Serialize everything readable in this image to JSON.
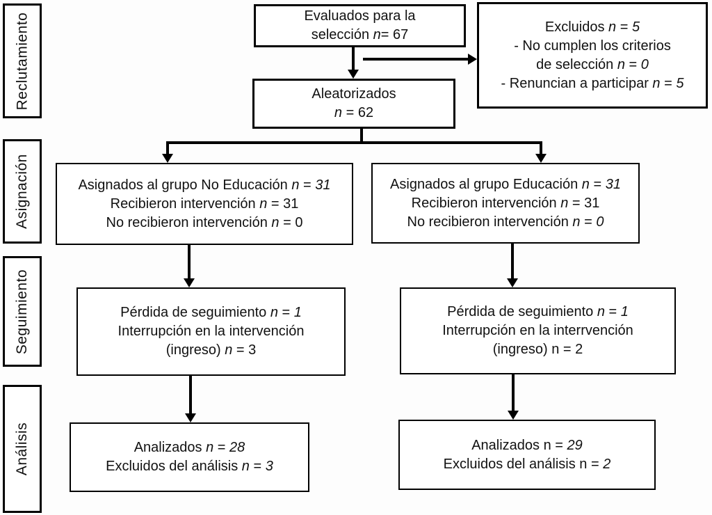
{
  "colors": {
    "line": "#000000",
    "box_background": "#ffffff",
    "text": "#111111",
    "page_background": "#fdfdfd"
  },
  "stages": [
    {
      "label": "Reclutamiento"
    },
    {
      "label": "Asignación"
    },
    {
      "label": "Seguimiento"
    },
    {
      "label": "Análisis"
    }
  ],
  "boxes": {
    "evaluated": {
      "lines": [
        [
          {
            "t": "Evaluados para la"
          }
        ],
        [
          {
            "t": "selección "
          },
          {
            "t": "n",
            "i": true
          },
          {
            "t": "= 67"
          }
        ]
      ]
    },
    "excluded": {
      "lines": [
        [
          {
            "t": "Excluidos "
          },
          {
            "t": "n",
            "i": true
          },
          {
            "t": " = "
          },
          {
            "t": "5",
            "i": true
          }
        ],
        [
          {
            "t": "- No cumplen los criterios"
          }
        ],
        [
          {
            "t": "de selección "
          },
          {
            "t": "n",
            "i": true
          },
          {
            "t": " = "
          },
          {
            "t": "0",
            "i": true
          }
        ],
        [
          {
            "t": "- Renuncian a participar "
          },
          {
            "t": "n",
            "i": true
          },
          {
            "t": " = "
          },
          {
            "t": "5",
            "i": true
          }
        ]
      ]
    },
    "randomized": {
      "lines": [
        [
          {
            "t": "Aleatorizados"
          }
        ],
        [
          {
            "t": "n",
            "i": true
          },
          {
            "t": " = 62"
          }
        ]
      ]
    },
    "alloc_no_education": {
      "lines": [
        [
          {
            "t": "Asignados al grupo No Educación "
          },
          {
            "t": "n",
            "i": true
          },
          {
            "t": " = "
          },
          {
            "t": "31",
            "i": true
          }
        ],
        [
          {
            "t": "Recibieron intervención "
          },
          {
            "t": "n",
            "i": true
          },
          {
            "t": " = 31"
          }
        ],
        [
          {
            "t": "No recibieron intervención "
          },
          {
            "t": "n",
            "i": true
          },
          {
            "t": " = 0"
          }
        ]
      ]
    },
    "alloc_education": {
      "lines": [
        [
          {
            "t": "Asignados al grupo Educación "
          },
          {
            "t": "n",
            "i": true
          },
          {
            "t": " = "
          },
          {
            "t": "31",
            "i": true
          }
        ],
        [
          {
            "t": "Recibieron intervención "
          },
          {
            "t": "n",
            "i": true
          },
          {
            "t": " = 31"
          }
        ],
        [
          {
            "t": "No recibieron intervención "
          },
          {
            "t": "n",
            "i": true
          },
          {
            "t": " = "
          },
          {
            "t": "0",
            "i": true
          }
        ]
      ]
    },
    "followup_no_education": {
      "lines": [
        [
          {
            "t": "Pérdida de seguimiento "
          },
          {
            "t": "n",
            "i": true
          },
          {
            "t": " = "
          },
          {
            "t": "1",
            "i": true
          }
        ],
        [
          {
            "t": "Interrupción en la intervención"
          }
        ],
        [
          {
            "t": "(ingreso) "
          },
          {
            "t": "n",
            "i": true
          },
          {
            "t": " = 3"
          }
        ]
      ]
    },
    "followup_education": {
      "lines": [
        [
          {
            "t": "Pérdida de seguimiento "
          },
          {
            "t": "n",
            "i": true
          },
          {
            "t": " = "
          },
          {
            "t": "1",
            "i": true
          }
        ],
        [
          {
            "t": "Interrupción en la interrvención"
          }
        ],
        [
          {
            "t": "(ingreso) n = 2"
          }
        ]
      ]
    },
    "analysis_no_education": {
      "lines": [
        [
          {
            "t": "Analizados "
          },
          {
            "t": "n",
            "i": true
          },
          {
            "t": " = "
          },
          {
            "t": "28",
            "i": true
          }
        ],
        [
          {
            "t": "Excluidos del análisis "
          },
          {
            "t": "n",
            "i": true
          },
          {
            "t": " = "
          },
          {
            "t": "3",
            "i": true
          }
        ]
      ]
    },
    "analysis_education": {
      "lines": [
        [
          {
            "t": "Analizados n = "
          },
          {
            "t": "29",
            "i": true
          }
        ],
        [
          {
            "t": "Excluidos del análisis n = "
          },
          {
            "t": "2",
            "i": true
          }
        ]
      ]
    }
  }
}
